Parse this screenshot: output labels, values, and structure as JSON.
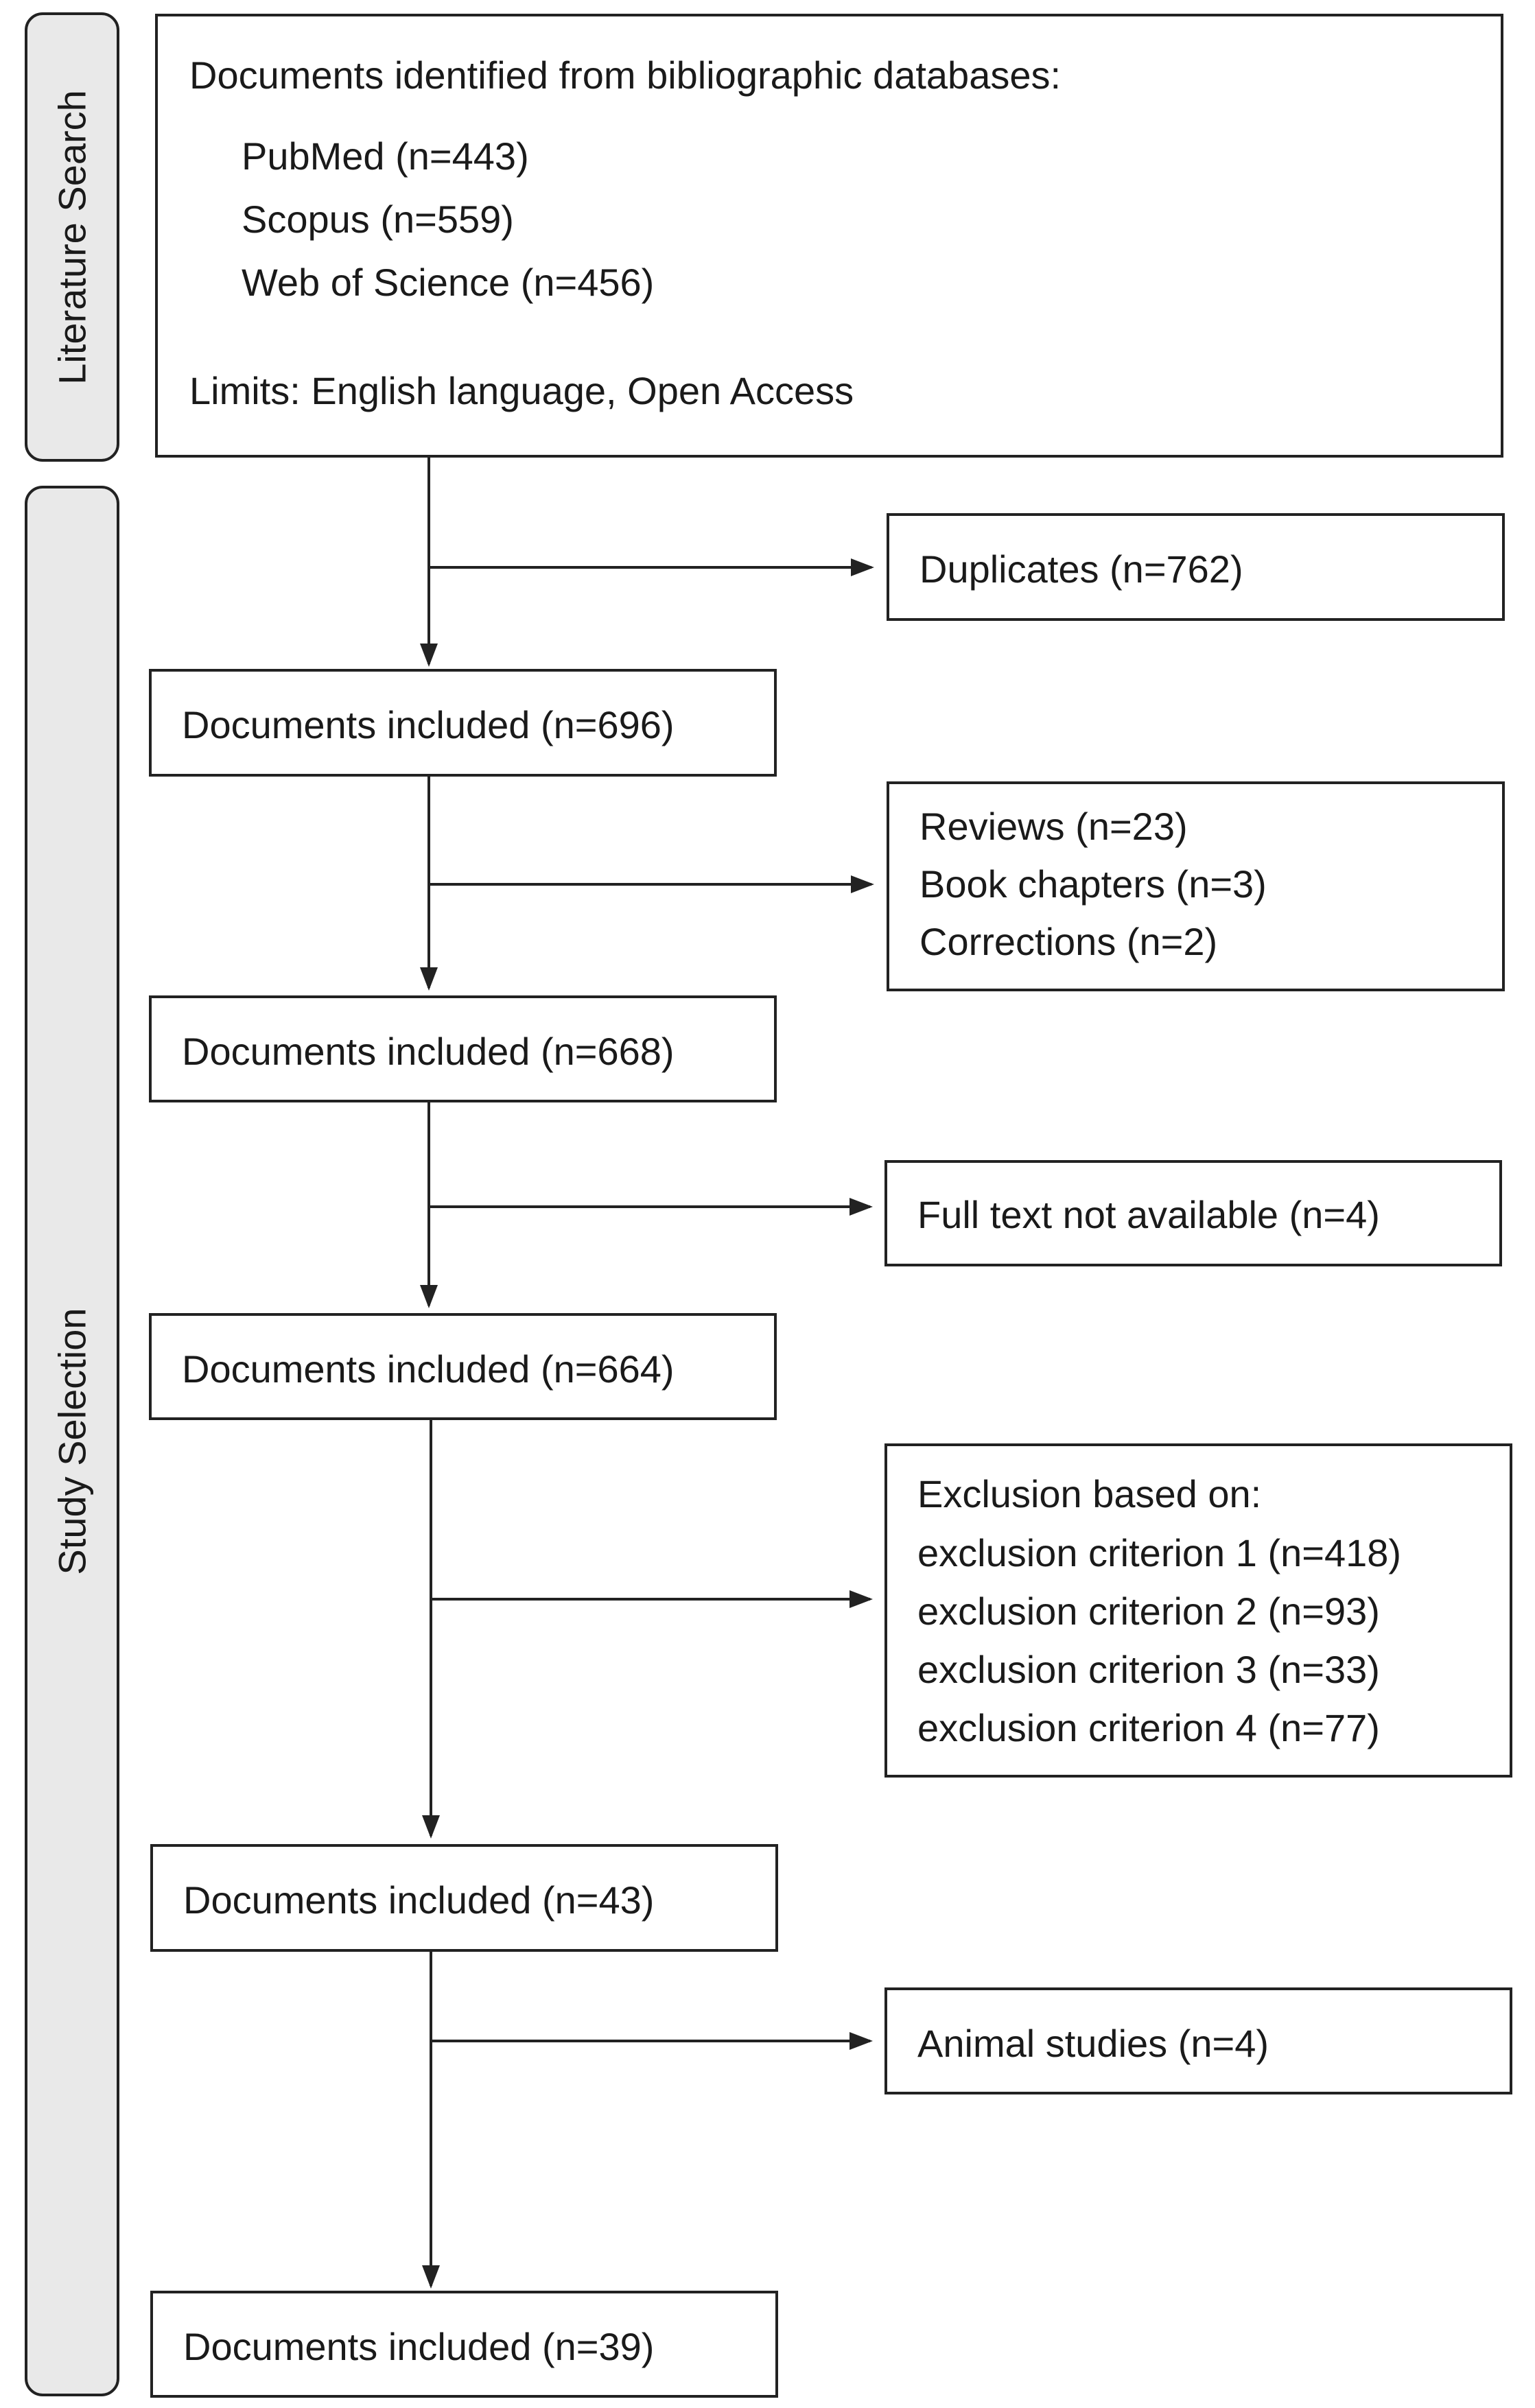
{
  "phases": {
    "literature_search": "Literature Search",
    "study_selection": "Study Selection"
  },
  "identification": {
    "heading": "Documents identified from bibliographic databases:",
    "sources": [
      "PubMed (n=443)",
      "Scopus (n=559)",
      "Web of Science (n=456)"
    ],
    "limits": "Limits: English language, Open Access"
  },
  "included": [
    "Documents included (n=696)",
    "Documents included (n=668)",
    "Documents included (n=664)",
    "Documents included (n=43)",
    "Documents included (n=39)"
  ],
  "excluded": {
    "duplicates": "Duplicates (n=762)",
    "types": [
      "Reviews (n=23)",
      "Book chapters (n=3)",
      "Corrections (n=2)"
    ],
    "full_text": "Full text not available (n=4)",
    "criteria_heading": "Exclusion based on:",
    "criteria": [
      "exclusion criterion 1 (n=418)",
      "exclusion criterion 2 (n=93)",
      "exclusion criterion 3 (n=33)",
      "exclusion criterion 4 (n=77)"
    ],
    "animal": "Animal studies (n=4)"
  }
}
